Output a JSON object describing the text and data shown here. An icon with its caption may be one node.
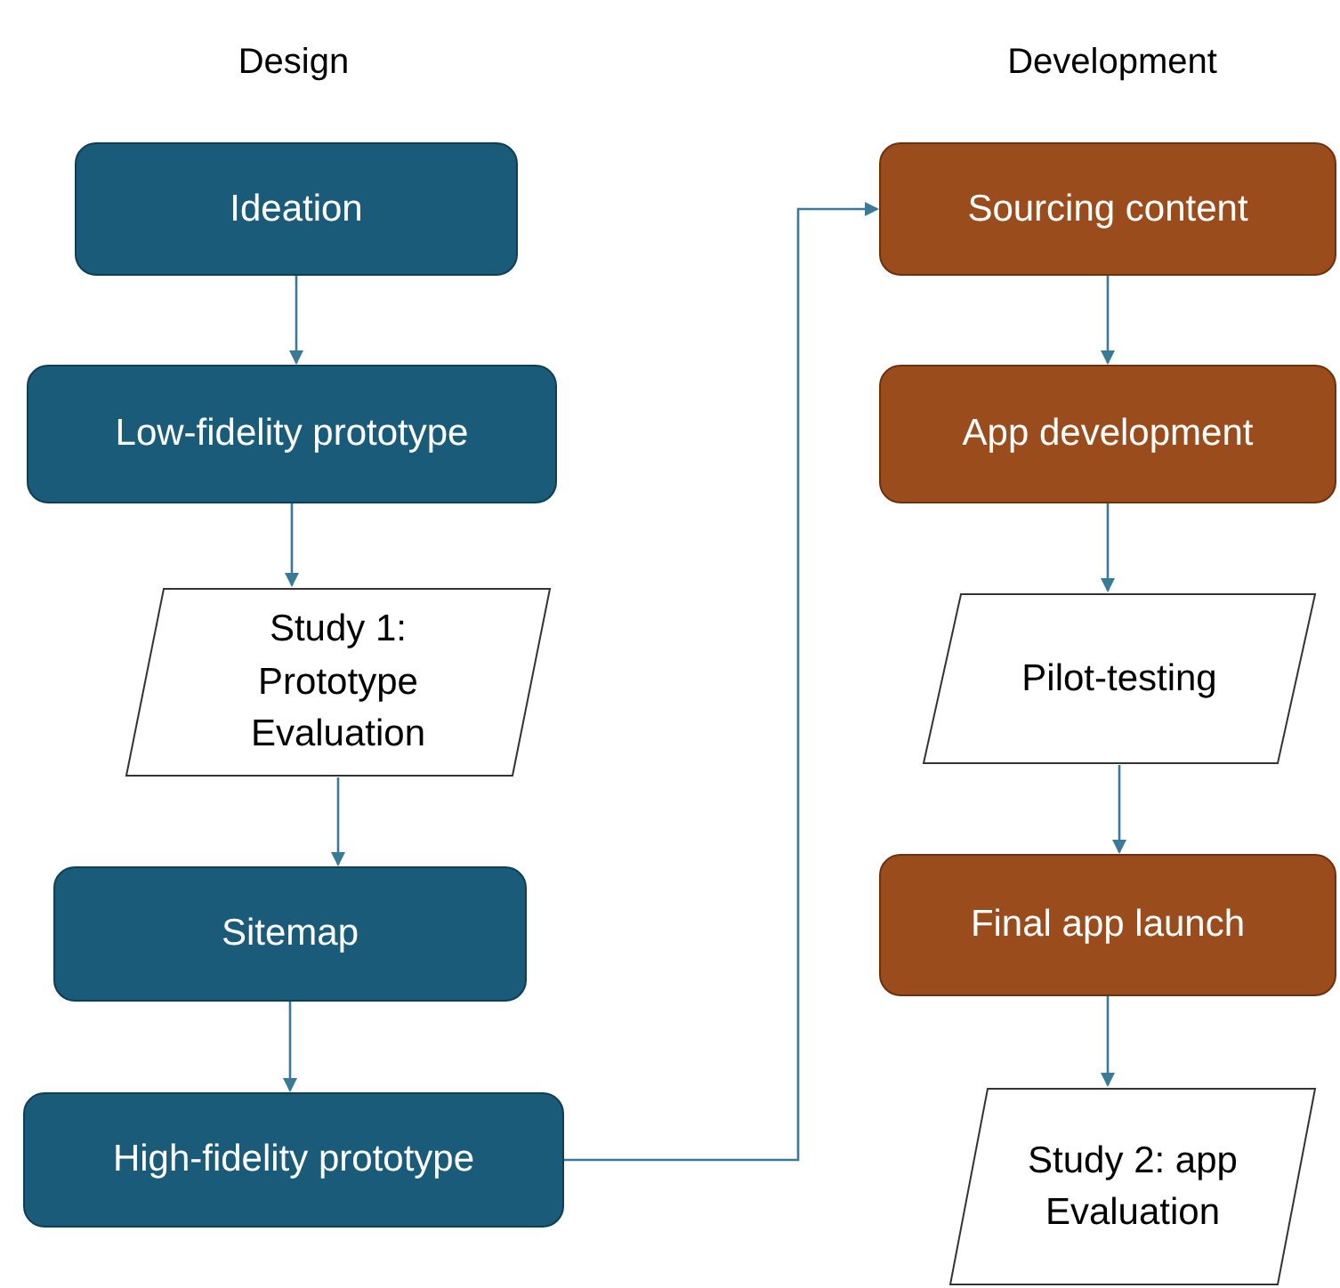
{
  "diagram": {
    "nodes": [
      {
        "text": [
          "Ideation"
        ]
      },
      {
        "text": [
          "Low-fidelity prototype"
        ]
      },
      {
        "text": [
          "Study 1: Prototype Evaluation"
        ]
      },
      {
        "text": [
          "Sitemap"
        ]
      },
      {
        "text": [
          "High-fidelity prototype"
        ]
      },
      {
        "text": [
          "Sourcing content"
        ]
      },
      {
        "text": [
          "App development"
        ]
      },
      {
        "text": [
          "Pilot-testing"
        ]
      },
      {
        "text": [
          "Final app launch"
        ]
      },
      {
        "text": [
          "Study 2: app Evaluation"
        ]
      }
    ],
    "edges": [
      {
        "from": 0,
        "to": 1,
        "arrow": "to"
      },
      {
        "from": 1,
        "to": 2,
        "arrow": "to"
      },
      {
        "from": 2,
        "to": 3,
        "arrow": "to"
      },
      {
        "from": 3,
        "to": 4,
        "arrow": "to"
      },
      {
        "from": 4,
        "to": 5,
        "arrow": "to"
      },
      {
        "from": 5,
        "to": 6,
        "arrow": "to"
      },
      {
        "from": 6,
        "to": 7,
        "arrow": "to"
      },
      {
        "from": 7,
        "to": 8,
        "arrow": "to"
      },
      {
        "from": 8,
        "to": 9,
        "arrow": "to"
      }
    ],
    "labels": [
      "Design",
      "Development"
    ]
  }
}
